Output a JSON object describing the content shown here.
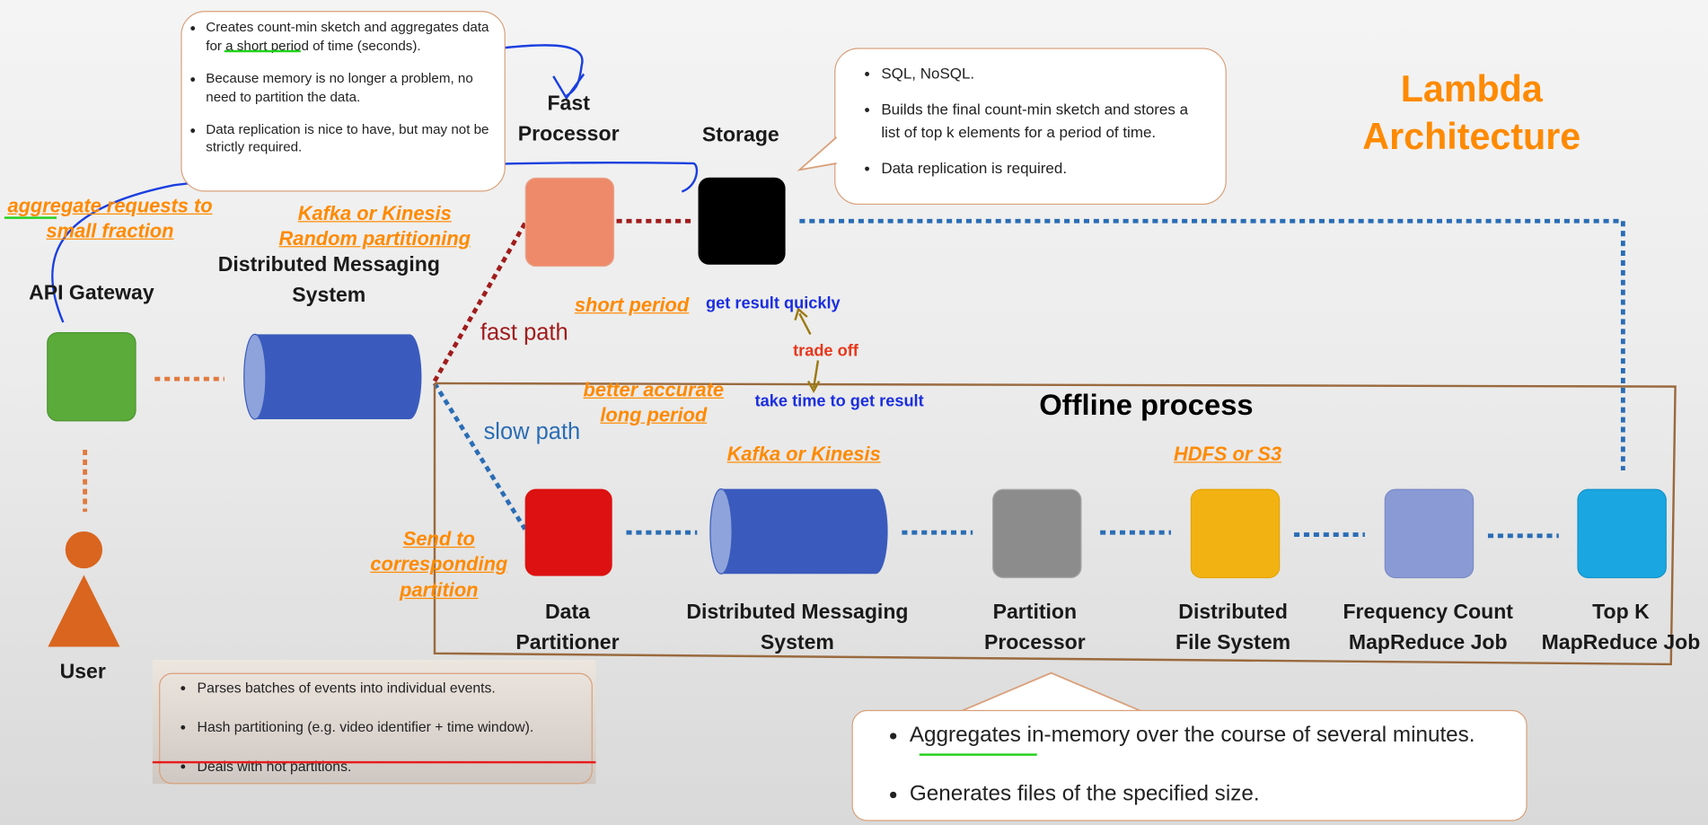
{
  "title": {
    "line1": "Lambda",
    "line2": "Architecture"
  },
  "labels": {
    "fast_processor": "Fast Processor",
    "storage": "Storage",
    "api_gateway": "API Gateway",
    "dms_top": "Distributed Messaging System",
    "user": "User",
    "data_partitioner": "Data Partitioner",
    "dms_bottom": "Distributed Messaging System",
    "partition_processor": "Partition Processor",
    "dfs": "Distributed File System",
    "freq_count": "Frequency Count MapReduce Job",
    "topk": "Top K MapReduce Job",
    "offline": "Offline process",
    "fast_path": "fast path",
    "slow_path": "slow path"
  },
  "notes": {
    "aggregate_requests": "aggregate requests to small fraction",
    "kafka_top": "Kafka or Kinesis",
    "random_partitioning": "Random partitioning",
    "short_period": "short period",
    "better_accurate": "better accurate",
    "long_period": "long period",
    "kafka_bottom": "Kafka or Kinesis",
    "hdfs": "HDFS or S3",
    "send_to": "Send to corresponding partition",
    "get_result": "get result quickly",
    "trade_off": "trade off",
    "take_time": "take time to get result"
  },
  "callouts": {
    "fast_processor": [
      "Creates count-min sketch and aggregates data for a short period of time (seconds).",
      "Because memory is no longer a problem, no need to partition the data.",
      "Data replication is nice to have, but may not be strictly required."
    ],
    "storage": [
      "SQL, NoSQL.",
      "Builds the final count-min sketch and stores a list of top k elements for a period of time.",
      "Data replication is required."
    ],
    "data_partitioner": [
      "Parses batches of events into individual events.",
      "Hash partitioning (e.g. video identifier + time window).",
      "Deals with hot partitions."
    ],
    "partition_processor": [
      "Aggregates in-memory over the course of several minutes.",
      "Generates files of the specified size."
    ]
  },
  "colors": {
    "accent_orange": "#ff8a00",
    "fast_processor": "#ee8a6a",
    "storage": "#000000",
    "api_gateway": "#5aab3a",
    "dms": "#3a5bbd",
    "data_partitioner": "#dd1111",
    "partition_processor": "#8c8c8c",
    "dfs": "#f2b211",
    "freq_count": "#8a9ad5",
    "topk": "#1aa6e0",
    "user": "#d9651e",
    "annotation_blue": "#1a2ee0",
    "trade_off_red": "#e8361a"
  },
  "icons": [
    "user-icon",
    "cylinder-icon",
    "square-box-icon"
  ]
}
